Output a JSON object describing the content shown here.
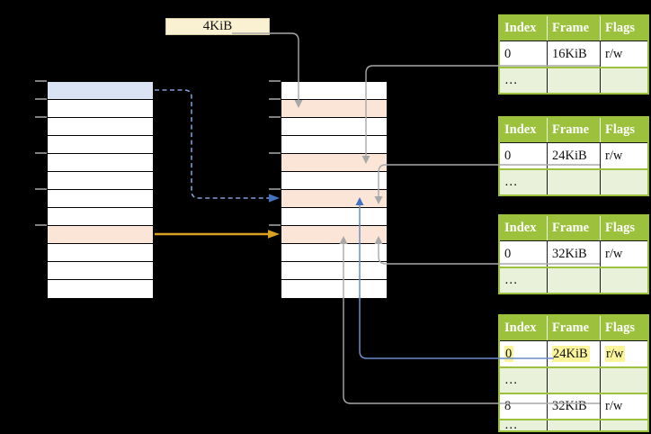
{
  "size_label": {
    "text": "4KiB"
  },
  "columns": {
    "virtual": {
      "row_count": 12,
      "blue_row_index": 0,
      "orange_row_index": 8
    },
    "physical": {
      "row_count": 12,
      "orange_row_indices": [
        1,
        4,
        6,
        8
      ]
    },
    "tick_offsets_kib": [
      "0",
      "4",
      "8",
      "16",
      "24",
      "32"
    ]
  },
  "tables": [
    {
      "headers": [
        "Index",
        "Frame",
        "Flags"
      ],
      "rows": [
        [
          "0",
          "16KiB",
          "r/w"
        ],
        [
          "…",
          "",
          ""
        ]
      ]
    },
    {
      "headers": [
        "Index",
        "Frame",
        "Flags"
      ],
      "rows": [
        [
          "0",
          "24KiB",
          "r/w"
        ],
        [
          "…",
          "",
          ""
        ]
      ]
    },
    {
      "headers": [
        "Index",
        "Frame",
        "Flags"
      ],
      "rows": [
        [
          "0",
          "32KiB",
          "r/w"
        ],
        [
          "…",
          "",
          ""
        ]
      ]
    },
    {
      "headers": [
        "Index",
        "Frame",
        "Flags"
      ],
      "rows": [
        [
          "0",
          "24KiB",
          "r/w"
        ],
        [
          "…",
          "",
          ""
        ],
        [
          "8",
          "32KiB",
          "r/w"
        ],
        [
          "…",
          "",
          ""
        ]
      ],
      "highlighted_row": 0
    }
  ],
  "colors": {
    "table-green": "#9CC13C",
    "table-green-light": "#EAF1DB",
    "row-blue": "#DAE3F3",
    "row-orange": "#FBE5D6",
    "label-tan": "#FAF0D2",
    "highlight-yellow": "#FAF49B",
    "line-gray": "#A8A8A8",
    "line-blue": "#6B8CC9",
    "arrow-blue": "#4472C4",
    "dash-blue": "#7E9CD6",
    "arrow-orange": "#D9A021",
    "tick-gray": "#7F7F7F"
  }
}
